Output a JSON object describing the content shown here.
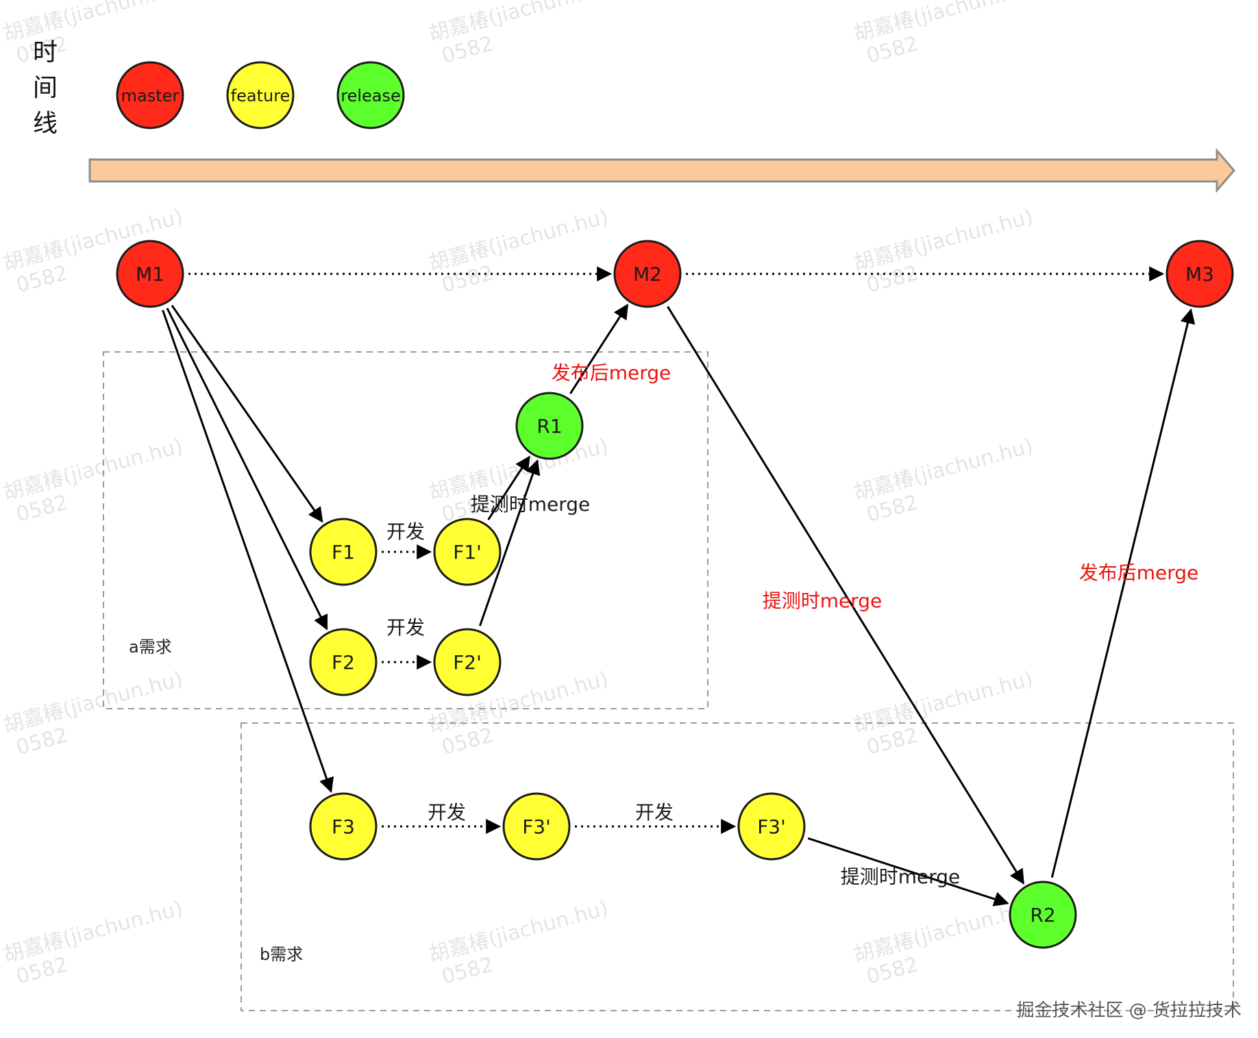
{
  "timeline_label": [
    "时",
    "间",
    "线"
  ],
  "legend": [
    {
      "label": "master",
      "color": "#ff2a1a"
    },
    {
      "label": "feature",
      "color": "#ffff33"
    },
    {
      "label": "release",
      "color": "#5cff2b"
    }
  ],
  "colors": {
    "master": "#ff2a1a",
    "feature": "#ffff33",
    "release": "#5cff2b",
    "node_stroke": "#1a1a1a",
    "timeline_fill": "#fbc99a",
    "timeline_stroke": "#8c8c8c",
    "group_border": "#9a9a9a",
    "label_red": "#ee1111",
    "label_dark": "#1a1a1a"
  },
  "groups": [
    {
      "id": "group-a",
      "label": "a需求"
    },
    {
      "id": "group-b",
      "label": "b需求"
    }
  ],
  "nodes": [
    {
      "id": "M1",
      "label": "M1",
      "kind": "master"
    },
    {
      "id": "M2",
      "label": "M2",
      "kind": "master"
    },
    {
      "id": "M3",
      "label": "M3",
      "kind": "master"
    },
    {
      "id": "R1",
      "label": "R1",
      "kind": "release"
    },
    {
      "id": "R2",
      "label": "R2",
      "kind": "release"
    },
    {
      "id": "F1",
      "label": "F1",
      "kind": "feature"
    },
    {
      "id": "F1p",
      "label": "F1'",
      "kind": "feature"
    },
    {
      "id": "F2",
      "label": "F2",
      "kind": "feature"
    },
    {
      "id": "F2p",
      "label": "F2'",
      "kind": "feature"
    },
    {
      "id": "F3",
      "label": "F3",
      "kind": "feature"
    },
    {
      "id": "F3p",
      "label": "F3'",
      "kind": "feature"
    },
    {
      "id": "F3pp",
      "label": "F3'",
      "kind": "feature"
    }
  ],
  "edges": [
    {
      "from": "M1",
      "to": "M2",
      "style": "dotted"
    },
    {
      "from": "M2",
      "to": "M3",
      "style": "dotted"
    },
    {
      "from": "M1",
      "to": "F1",
      "style": "solid"
    },
    {
      "from": "M1",
      "to": "F2",
      "style": "solid"
    },
    {
      "from": "M1",
      "to": "F3",
      "style": "solid"
    },
    {
      "from": "F1",
      "to": "F1p",
      "style": "dotted",
      "label": "开发",
      "label_color": "dark"
    },
    {
      "from": "F2",
      "to": "F2p",
      "style": "dotted",
      "label": "开发",
      "label_color": "dark"
    },
    {
      "from": "F3",
      "to": "F3p",
      "style": "dotted",
      "label": "开发",
      "label_color": "dark"
    },
    {
      "from": "F3p",
      "to": "F3pp",
      "style": "dotted",
      "label": "开发",
      "label_color": "dark"
    },
    {
      "from": "F1p",
      "to": "R1",
      "style": "solid",
      "label": "提测时merge",
      "label_color": "dark"
    },
    {
      "from": "F2p",
      "to": "R1",
      "style": "solid"
    },
    {
      "from": "R1",
      "to": "M2",
      "style": "solid",
      "label": "发布后merge",
      "label_color": "red"
    },
    {
      "from": "M2",
      "to": "R2",
      "style": "solid",
      "label": "提测时merge",
      "label_color": "red"
    },
    {
      "from": "F3pp",
      "to": "R2",
      "style": "solid",
      "label": "提测时merge",
      "label_color": "dark"
    },
    {
      "from": "R2",
      "to": "M3",
      "style": "solid",
      "label": "发布后merge",
      "label_color": "red"
    }
  ],
  "watermark": {
    "line1": "胡嘉椿(jiachun.hu)",
    "line2": "0582"
  },
  "footer": "掘金技术社区 @ 货拉拉技术"
}
